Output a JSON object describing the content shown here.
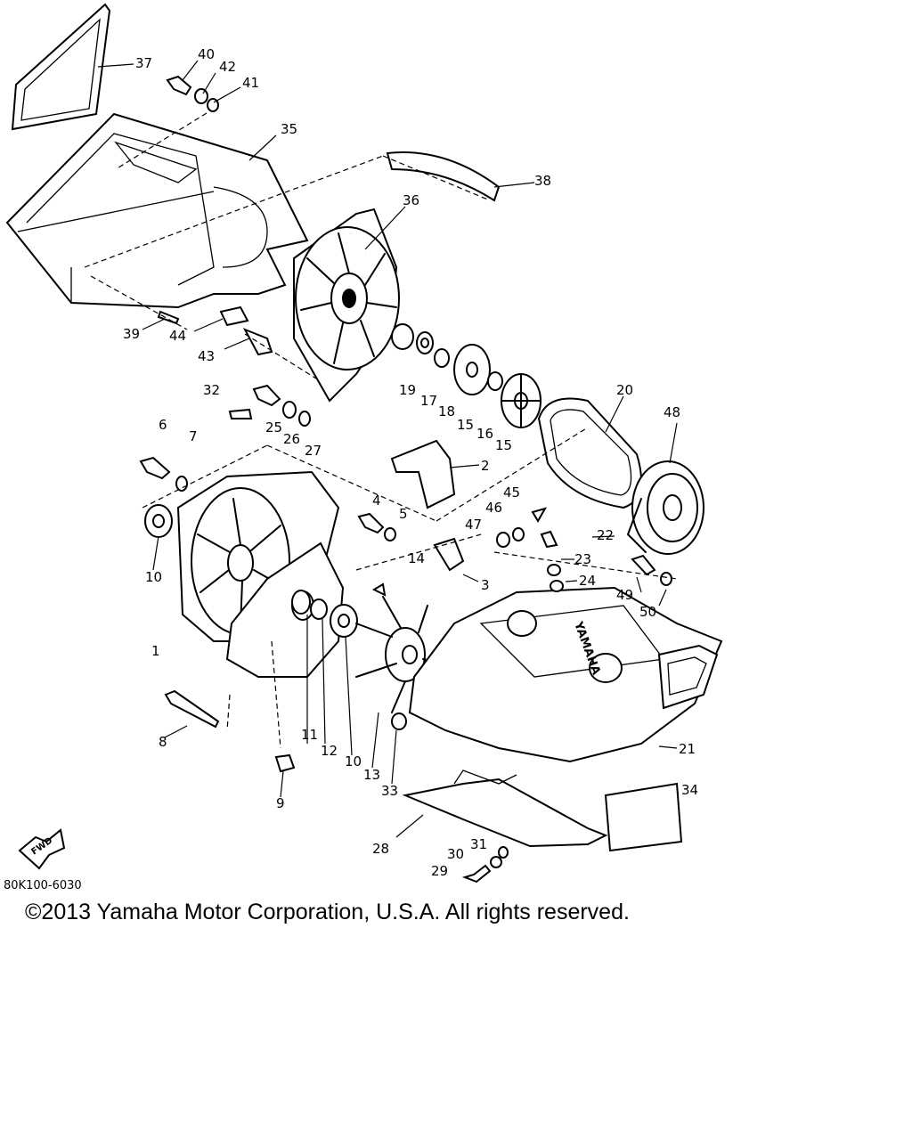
{
  "diagram": {
    "part_numbers": [
      "1",
      "2",
      "3",
      "4",
      "5",
      "6",
      "7",
      "8",
      "9",
      "10",
      "10",
      "11",
      "12",
      "13",
      "14",
      "15",
      "15",
      "16",
      "17",
      "18",
      "19",
      "20",
      "21",
      "22",
      "23",
      "24",
      "25",
      "26",
      "27",
      "28",
      "29",
      "30",
      "31",
      "32",
      "33",
      "34",
      "35",
      "36",
      "37",
      "38",
      "39",
      "40",
      "41",
      "42",
      "43",
      "44",
      "45",
      "46",
      "47",
      "48",
      "49",
      "50"
    ],
    "drawing_code": "80K100-6030",
    "fwd_label": "FWD",
    "logo_text": "YAMAHA"
  },
  "footer": {
    "copyright": "©2013 Yamaha Motor Corporation, U.S.A. All rights reserved."
  }
}
